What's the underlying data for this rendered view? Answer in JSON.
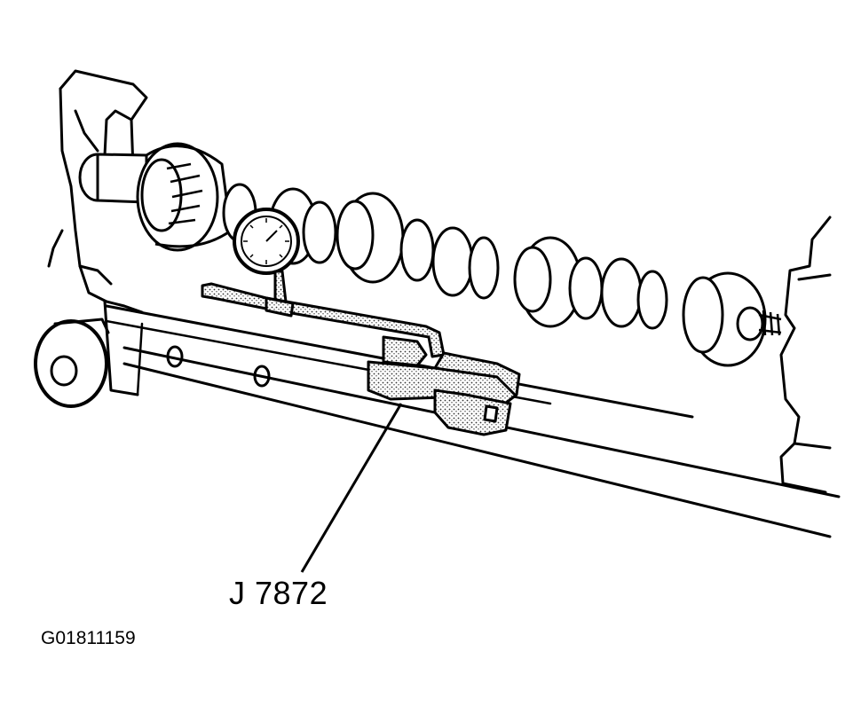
{
  "figure": {
    "callout_label": "J 7872",
    "figure_id": "G01811159"
  },
  "illustration": {
    "subject_icons": [
      "camshaft-illustration",
      "dial-indicator-icon",
      "magnetic-base-tool-icon",
      "engine-block-illustration"
    ],
    "line_color": "#000000",
    "stipple_color": "#555555",
    "background": "#ffffff"
  }
}
